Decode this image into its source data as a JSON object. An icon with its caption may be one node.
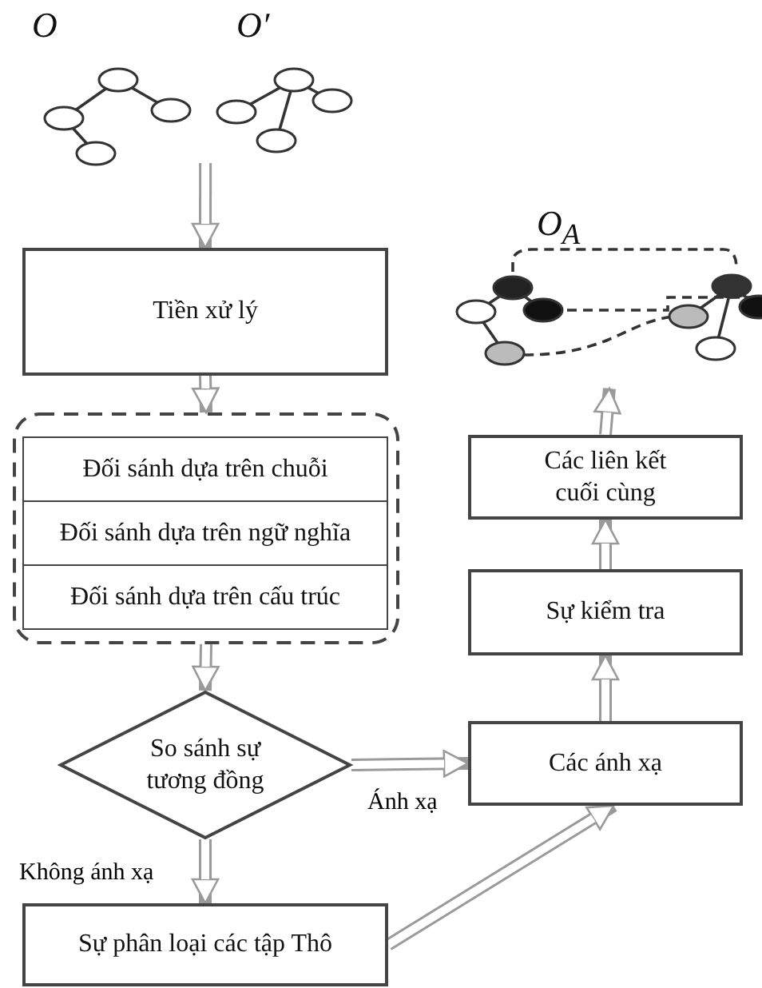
{
  "diagram": {
    "nodes": [
      {
        "text": [
          "O"
        ]
      },
      {
        "text": [
          "O′"
        ]
      },
      {
        "text": [
          "Tiền xử lý"
        ]
      },
      {
        "text": [],
        "shape": "box"
      },
      {
        "text": [
          "Đối sánh dựa trên chuỗi"
        ],
        "in": 3
      },
      {
        "text": [
          "Đối sánh dựa trên ngữ nghĩa"
        ],
        "in": 3
      },
      {
        "text": [
          "Đối sánh dựa trên cấu trúc"
        ],
        "in": 3
      },
      {
        "text": [
          "So sánh sự tương đồng"
        ]
      },
      {
        "text": [
          "Sự phân loại các tập Thô"
        ]
      },
      {
        "text": [
          "Các ánh xạ"
        ]
      },
      {
        "text": [
          "Sự kiểm tra"
        ]
      },
      {
        "text": [
          "Các liên kết cuối cùng"
        ]
      },
      {
        "text": [
          "O$_{A}$"
        ]
      }
    ],
    "edges": [
      {
        "from": 0,
        "to": 2,
        "arrow": "to"
      },
      {
        "from": 2,
        "to": 3,
        "arrow": "to"
      },
      {
        "from": 3,
        "to": 7,
        "arrow": "to"
      },
      {
        "from": 7,
        "to": 9,
        "arrow": "to",
        "label": "Ánh xạ"
      },
      {
        "from": 7,
        "to": 8,
        "arrow": "to",
        "label": "Không ánh xạ"
      },
      {
        "from": 8,
        "to": 9,
        "arrow": "to"
      },
      {
        "from": 9,
        "to": 10,
        "arrow": "to"
      },
      {
        "from": 10,
        "to": 11,
        "arrow": "to"
      },
      {
        "from": 11,
        "to": 12,
        "arrow": "to"
      }
    ]
  }
}
